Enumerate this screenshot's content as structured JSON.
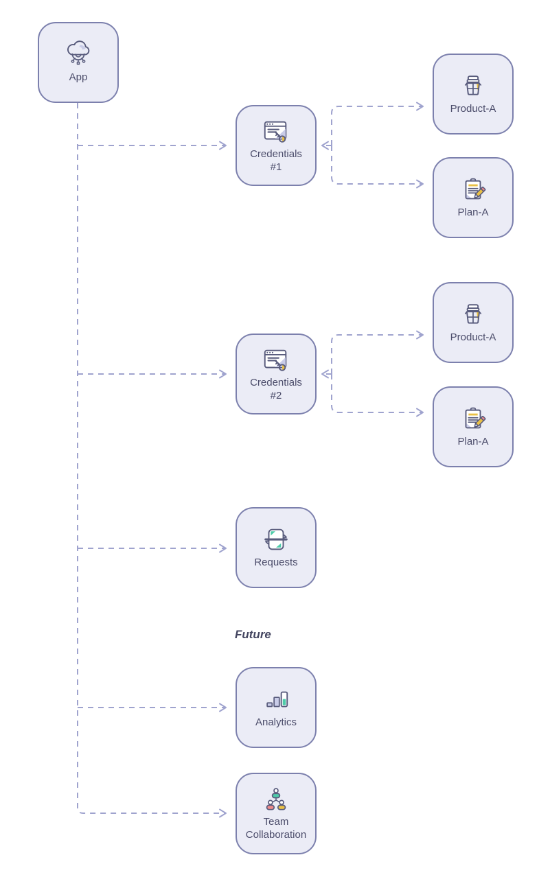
{
  "diagram": {
    "section_label": "Future",
    "nodes": [
      {
        "id": "app",
        "label": "App",
        "icon": "cloud-network-icon"
      },
      {
        "id": "credentials-1",
        "label": "Credentials #1",
        "icon": "browser-key-icon"
      },
      {
        "id": "product-a-1",
        "label": "Product-A",
        "icon": "product-basket-icon"
      },
      {
        "id": "plan-a-1",
        "label": "Plan-A",
        "icon": "clipboard-pencil-icon"
      },
      {
        "id": "credentials-2",
        "label": "Credentials #2",
        "icon": "browser-key-icon"
      },
      {
        "id": "product-a-2",
        "label": "Product-A",
        "icon": "product-basket-icon"
      },
      {
        "id": "plan-a-2",
        "label": "Plan-A",
        "icon": "clipboard-pencil-icon"
      },
      {
        "id": "requests",
        "label": "Requests",
        "icon": "sync-requests-icon"
      },
      {
        "id": "analytics",
        "label": "Analytics",
        "icon": "bar-chart-icon"
      },
      {
        "id": "team-collaboration",
        "label": "Team Collaboration",
        "icon": "team-org-icon"
      }
    ],
    "colors": {
      "node_fill": "#ebecf6",
      "node_border": "#7c80ad",
      "connector": "#9fa3ce",
      "label_text": "#4b4c6a",
      "accent_yellow": "#e9c046",
      "accent_teal": "#4ecba9",
      "accent_pink": "#ee8a8a",
      "icon_stroke": "#585b7c",
      "icon_shade": "#c9cce8"
    }
  }
}
